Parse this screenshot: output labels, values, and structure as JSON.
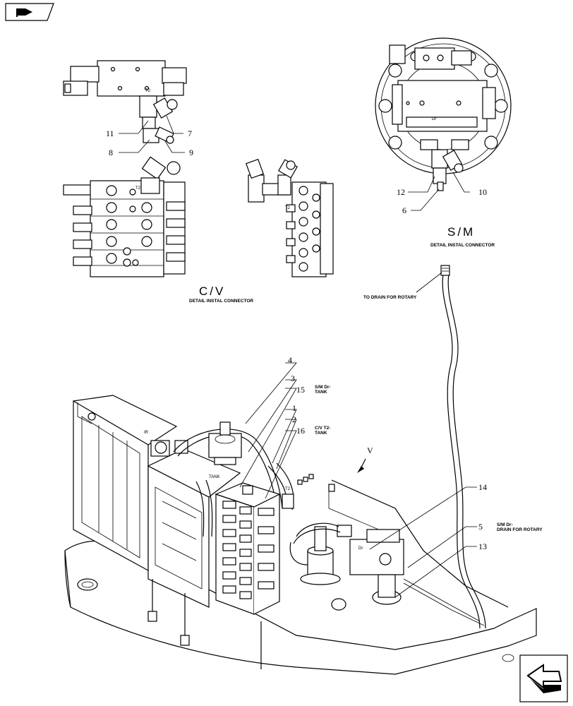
{
  "nav": {
    "top_icon": "flag-icon",
    "bottom_icon": "return-arrow-icon"
  },
  "labels": {
    "cv_t2": "T2",
    "cv_title": "C/V",
    "cv_detail": "DETAIL INSTAL CONNECTOR",
    "cv_t2_b": "T2",
    "sm_dr": "Dr",
    "sm_title": "S/M",
    "sm_detail": "DETAIL INSTAL CONNECTOR",
    "to_drain": "TO DRAIN FOR ROTARY",
    "sm_dr_tank_1": "S/M Dr-",
    "sm_dr_tank_2": "TANK",
    "cv_t2_tank_1": "C/V T2-",
    "cv_t2_tank_2": "TANK",
    "sm_dr_rotary_1": "S/M Dr-",
    "sm_dr_rotary_2": "DRAIN FOR ROTARY",
    "view_v": "V",
    "tank": "TANK",
    "t2_main": "T2",
    "dr_main": "Dr",
    "ir": "IR"
  },
  "callouts": {
    "c11": "11",
    "c7": "7",
    "c8": "8",
    "c9": "9",
    "c12": "12",
    "c10": "10",
    "c6": "6",
    "c4": "4",
    "c3": "3",
    "c15": "15",
    "c1": "1",
    "c2": "2",
    "c16": "16",
    "c14": "14",
    "c5": "5",
    "c13": "13"
  }
}
